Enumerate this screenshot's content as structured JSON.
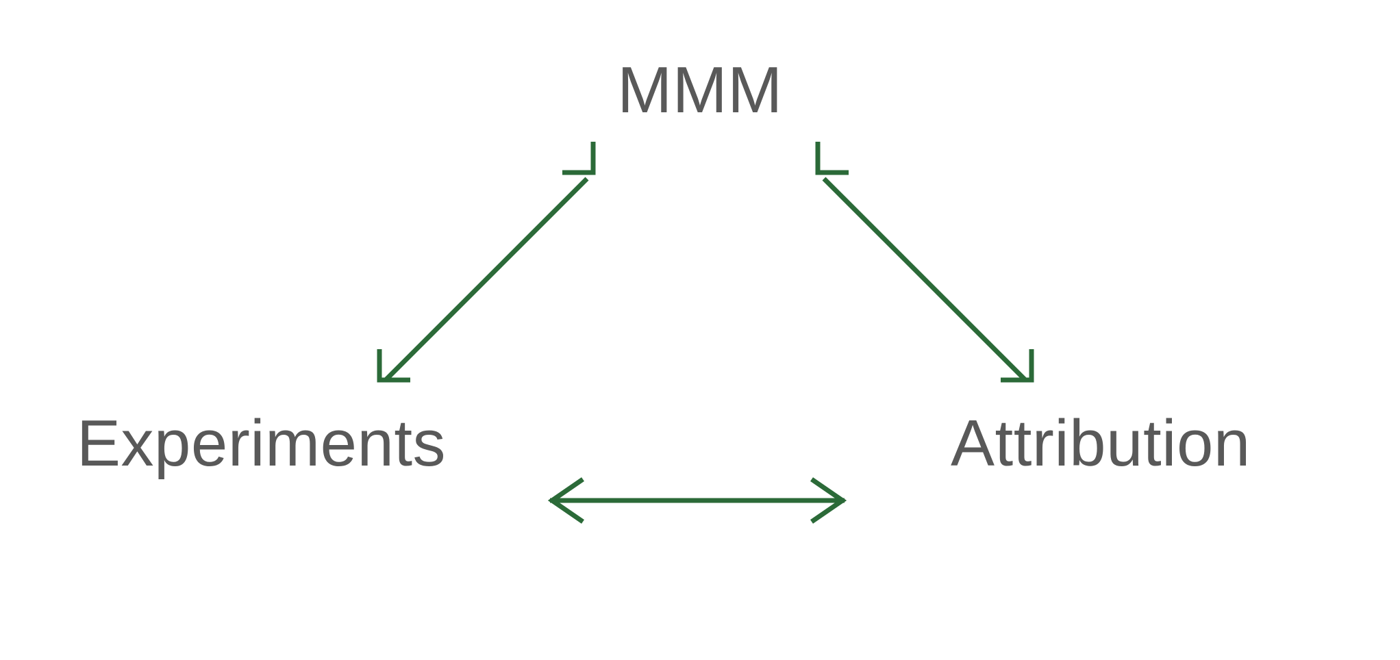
{
  "diagram": {
    "title": "Marketing measurement triangle",
    "background_color": "#ffffff",
    "node_text_color": "#595959",
    "arrow_color": "#2b6a38",
    "nodes": [
      {
        "id": "mmm",
        "label": "MMM",
        "position": "top-center"
      },
      {
        "id": "experiments",
        "label": "Experiments",
        "position": "bottom-left"
      },
      {
        "id": "attribution",
        "label": "Attribution",
        "position": "bottom-right"
      }
    ],
    "connections": [
      {
        "id": "experiments-mmm",
        "from": "Experiments",
        "to": "MMM",
        "direction": "bidirectional",
        "arrowhead_style": "open-chevron",
        "orientation": "diagonal-up-right"
      },
      {
        "id": "mmm-attribution",
        "from": "MMM",
        "to": "Attribution",
        "direction": "bidirectional",
        "arrowhead_style": "open-chevron",
        "orientation": "diagonal-down-right"
      },
      {
        "id": "experiments-attribution",
        "from": "Experiments",
        "to": "Attribution",
        "direction": "bidirectional",
        "arrowhead_style": "open-chevron",
        "orientation": "horizontal"
      }
    ]
  }
}
